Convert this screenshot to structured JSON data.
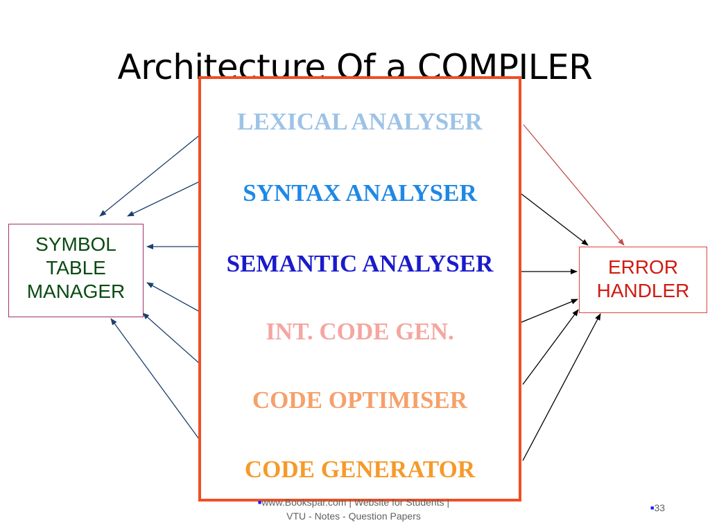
{
  "slide": {
    "title": "Architecture Of a COMPILER",
    "phases": [
      {
        "label": "LEXICAL ANALYSER",
        "color": "#9dc3e6"
      },
      {
        "label": "SYNTAX ANALYSER",
        "color": "#1e88e5"
      },
      {
        "label": "SEMANTIC ANALYSER",
        "color": "#1a1acc"
      },
      {
        "label": "INT. CODE GEN.",
        "color": "#f4a6a0"
      },
      {
        "label": "CODE OPTIMISER",
        "color": "#f6a06a"
      },
      {
        "label": "CODE GENERATOR",
        "color": "#f59a2a"
      }
    ],
    "symbol_table": {
      "line1": "SYMBOL",
      "line2": "TABLE",
      "line3": "MANAGER"
    },
    "error_handler": {
      "line1": "ERROR",
      "line2": "HANDLER"
    },
    "footer": {
      "line1": "www.Bookspar.com | Website for Students |",
      "line2": "VTU - Notes - Question Papers"
    },
    "page_number": "33",
    "colors": {
      "compiler_border": "#f04e24",
      "symbol_arrows": "#1c3f6e",
      "error_arrows": "#000000",
      "lexical_error_arrow": "#c0504d"
    }
  }
}
